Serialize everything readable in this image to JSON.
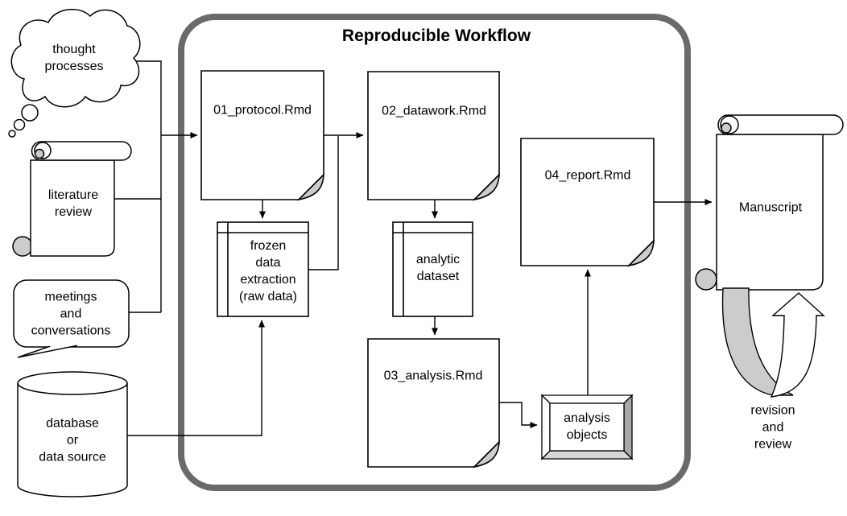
{
  "diagram_title": "Reproducible Workflow",
  "external_inputs": {
    "thought_processes": "thought\nprocesses",
    "literature_review": "literature\nreview",
    "meetings": "meetings\nand\nconversations",
    "database": "database\nor\ndata source"
  },
  "workflow_nodes": {
    "protocol": "01_protocol.Rmd",
    "datawork": "02_datawork.Rmd",
    "frozen_data": "frozen\ndata\nextraction\n(raw data)",
    "analytic_dataset": "analytic\ndataset",
    "analysis": "03_analysis.Rmd",
    "analysis_objects": "analysis\nobjects",
    "report": "04_report.Rmd"
  },
  "outputs": {
    "manuscript": "Manuscript",
    "revision_review": "revision\nand\nreview"
  },
  "colors": {
    "frame": "#6a6a6a",
    "shape_fill": "#ffffff",
    "shape_stroke": "#000000",
    "fold_gray": "#cccccc",
    "bevel_right": "#a9a9a9",
    "bevel_bottom": "#d6d6d6"
  }
}
